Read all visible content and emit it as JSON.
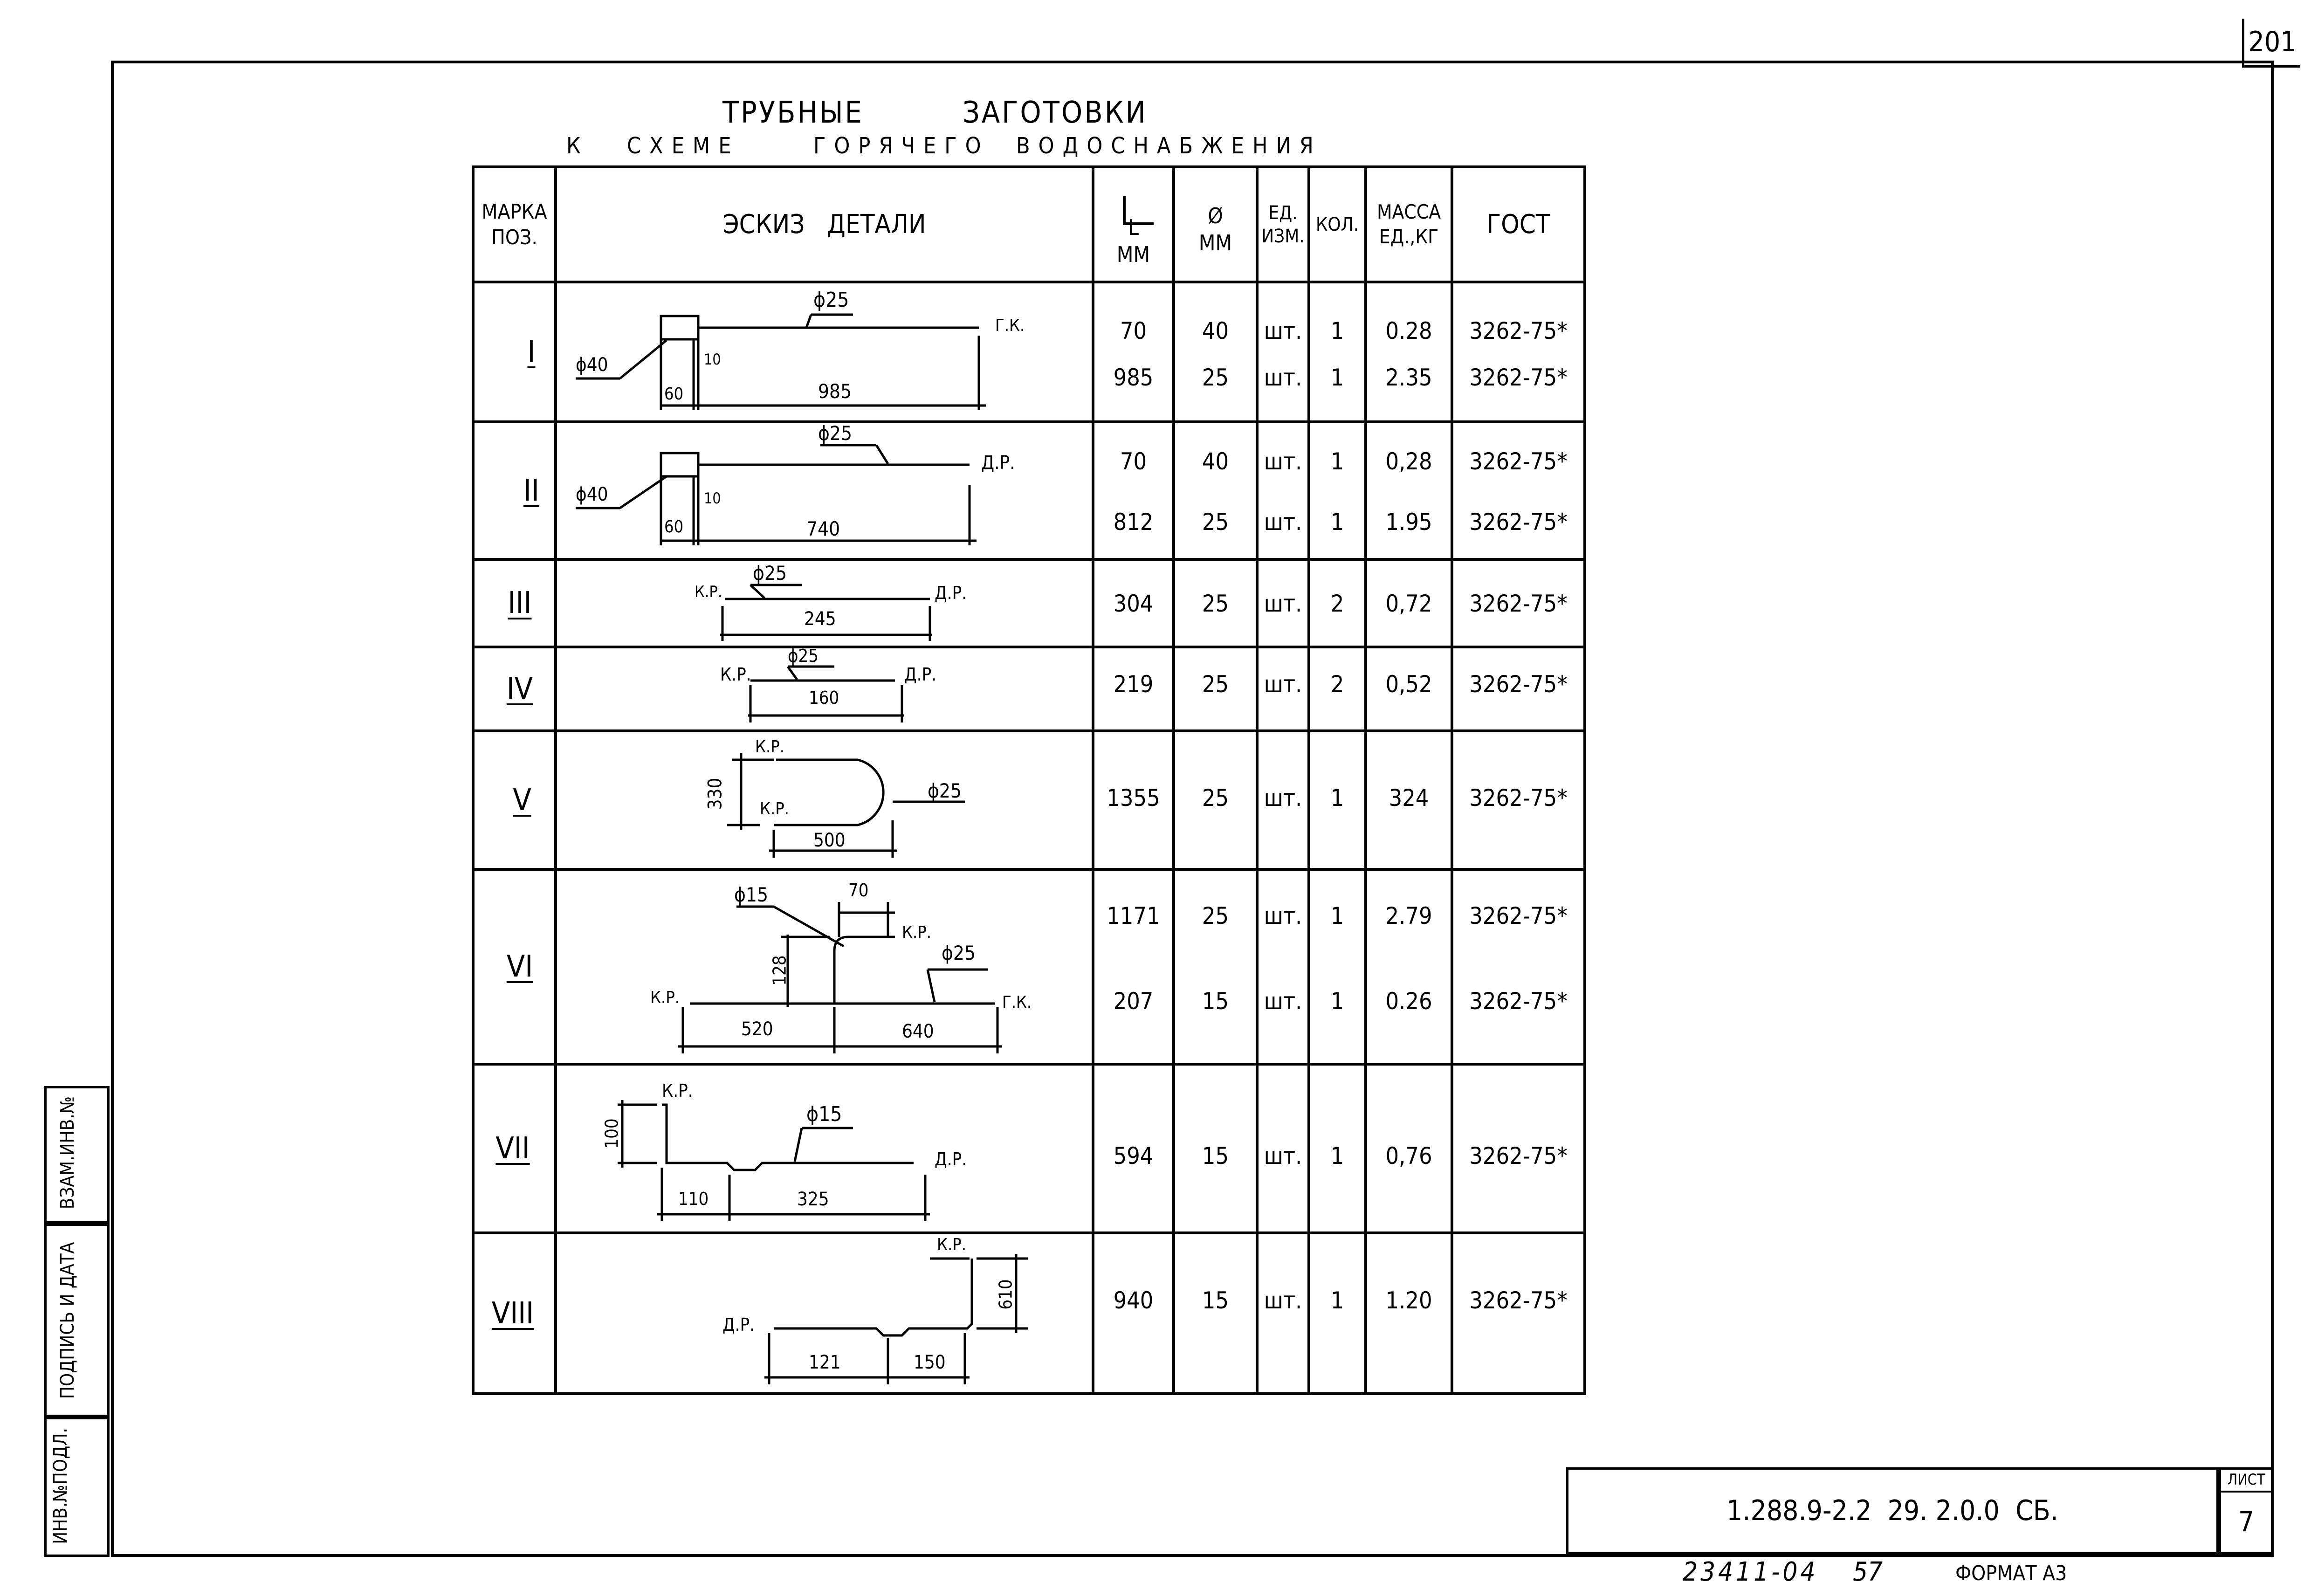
{
  "title": {
    "line1": [
      "ТРУБНЫЕ",
      "ЗАГОТОВКИ"
    ],
    "line2": [
      "К",
      "СХЕМЕ",
      "ГОРЯЧЕГО",
      "ВОДОСНАБЖЕНИЯ"
    ]
  },
  "corner_mark": "201",
  "header": {
    "mark": "МАРКА\nПОЗ.",
    "sketch": "ЭСКИЗ   ДЕТАЛИ",
    "length": "L\nММ",
    "diameter": "Ø\nММ",
    "unit": "ЕД.\nИЗМ.",
    "qty": "КОЛ.",
    "mass": "МАССА\nЕД.,КГ",
    "gost": "ГОСТ"
  },
  "rows": [
    {
      "mark": "I",
      "lines": [
        {
          "L": "70",
          "d": "40",
          "u": "шт.",
          "q": "1",
          "m": "0.28",
          "g": "3262-75*"
        },
        {
          "L": "985",
          "d": "25",
          "u": "шт.",
          "q": "1",
          "m": "2.35",
          "g": "3262-75*"
        }
      ],
      "sketch": {
        "dia_main": "ϕ25",
        "dia_end": "ϕ40",
        "end": "Г.К.",
        "d1": "60",
        "d2": "10",
        "d3": "985"
      }
    },
    {
      "mark": "II",
      "lines": [
        {
          "L": "70",
          "d": "40",
          "u": "шт.",
          "q": "1",
          "m": "0,28",
          "g": "3262-75*"
        },
        {
          "L": "812",
          "d": "25",
          "u": "шт.",
          "q": "1",
          "m": "1.95",
          "g": "3262-75*"
        }
      ],
      "sketch": {
        "dia_main": "ϕ25",
        "dia_end": "ϕ40",
        "end": "Д.Р.",
        "d1": "60",
        "d2": "10",
        "d3": "740"
      }
    },
    {
      "mark": "III",
      "lines": [
        {
          "L": "304",
          "d": "25",
          "u": "шт.",
          "q": "2",
          "m": "0,72",
          "g": "3262-75*"
        }
      ],
      "sketch": {
        "dia": "ϕ25",
        "left": "К.Р.",
        "right": "Д.Р.",
        "dim": "245"
      }
    },
    {
      "mark": "IV",
      "lines": [
        {
          "L": "219",
          "d": "25",
          "u": "шт.",
          "q": "2",
          "m": "0,52",
          "g": "3262-75*"
        }
      ],
      "sketch": {
        "dia": "ϕ25",
        "left": "К.Р.",
        "right": "Д.Р.",
        "dim": "160"
      }
    },
    {
      "mark": "V",
      "lines": [
        {
          "L": "1355",
          "d": "25",
          "u": "шт.",
          "q": "1",
          "m": "324",
          "g": "3262-75*"
        }
      ],
      "sketch": {
        "dia": "ϕ25",
        "top": "К.Р.",
        "bottom": "К.Р.",
        "h": "330",
        "w": "500"
      }
    },
    {
      "mark": "VI",
      "lines": [
        {
          "L": "1171",
          "d": "25",
          "u": "шт.",
          "q": "1",
          "m": "2.79",
          "g": "3262-75*"
        },
        {
          "L": "207",
          "d": "15",
          "u": "шт.",
          "q": "1",
          "m": "0.26",
          "g": "3262-75*"
        }
      ],
      "sketch": {
        "dia_branch": "ϕ15",
        "dia_main": "ϕ25",
        "top_dim": "70",
        "h": "128",
        "branch_end": "К.Р.",
        "left": "К.Р.",
        "right": "Г.К.",
        "d_left": "520",
        "d_right": "640"
      }
    },
    {
      "mark": "VII",
      "lines": [
        {
          "L": "594",
          "d": "15",
          "u": "шт.",
          "q": "1",
          "m": "0,76",
          "g": "3262-75*"
        }
      ],
      "sketch": {
        "dia": "ϕ15",
        "top": "К.Р.",
        "end": "Д.Р.",
        "h": "100",
        "d1": "110",
        "d2": "325"
      }
    },
    {
      "mark": "VIII",
      "lines": [
        {
          "L": "940",
          "d": "15",
          "u": "шт.",
          "q": "1",
          "m": "1.20",
          "g": "3262-75*"
        }
      ],
      "sketch": {
        "top": "К.Р.",
        "left": "Д.Р.",
        "h": "610",
        "d1": "121",
        "d2": "150"
      }
    }
  ],
  "side_stamp": {
    "inv_vzam": "ВЗАМ.ИНВ.№",
    "sign_date": "ПОДПИСЬ И ДАТА",
    "inv_podl": "ИНВ.№ПОДЛ."
  },
  "title_block": {
    "code": "1.288.9-2.2  29. 2.0.0  СБ.",
    "sheet_label": "ЛИСТ",
    "sheet_no": "7"
  },
  "footer": {
    "number": "23411-04",
    "copy": "57",
    "format": "ФОРМАТ А3"
  }
}
